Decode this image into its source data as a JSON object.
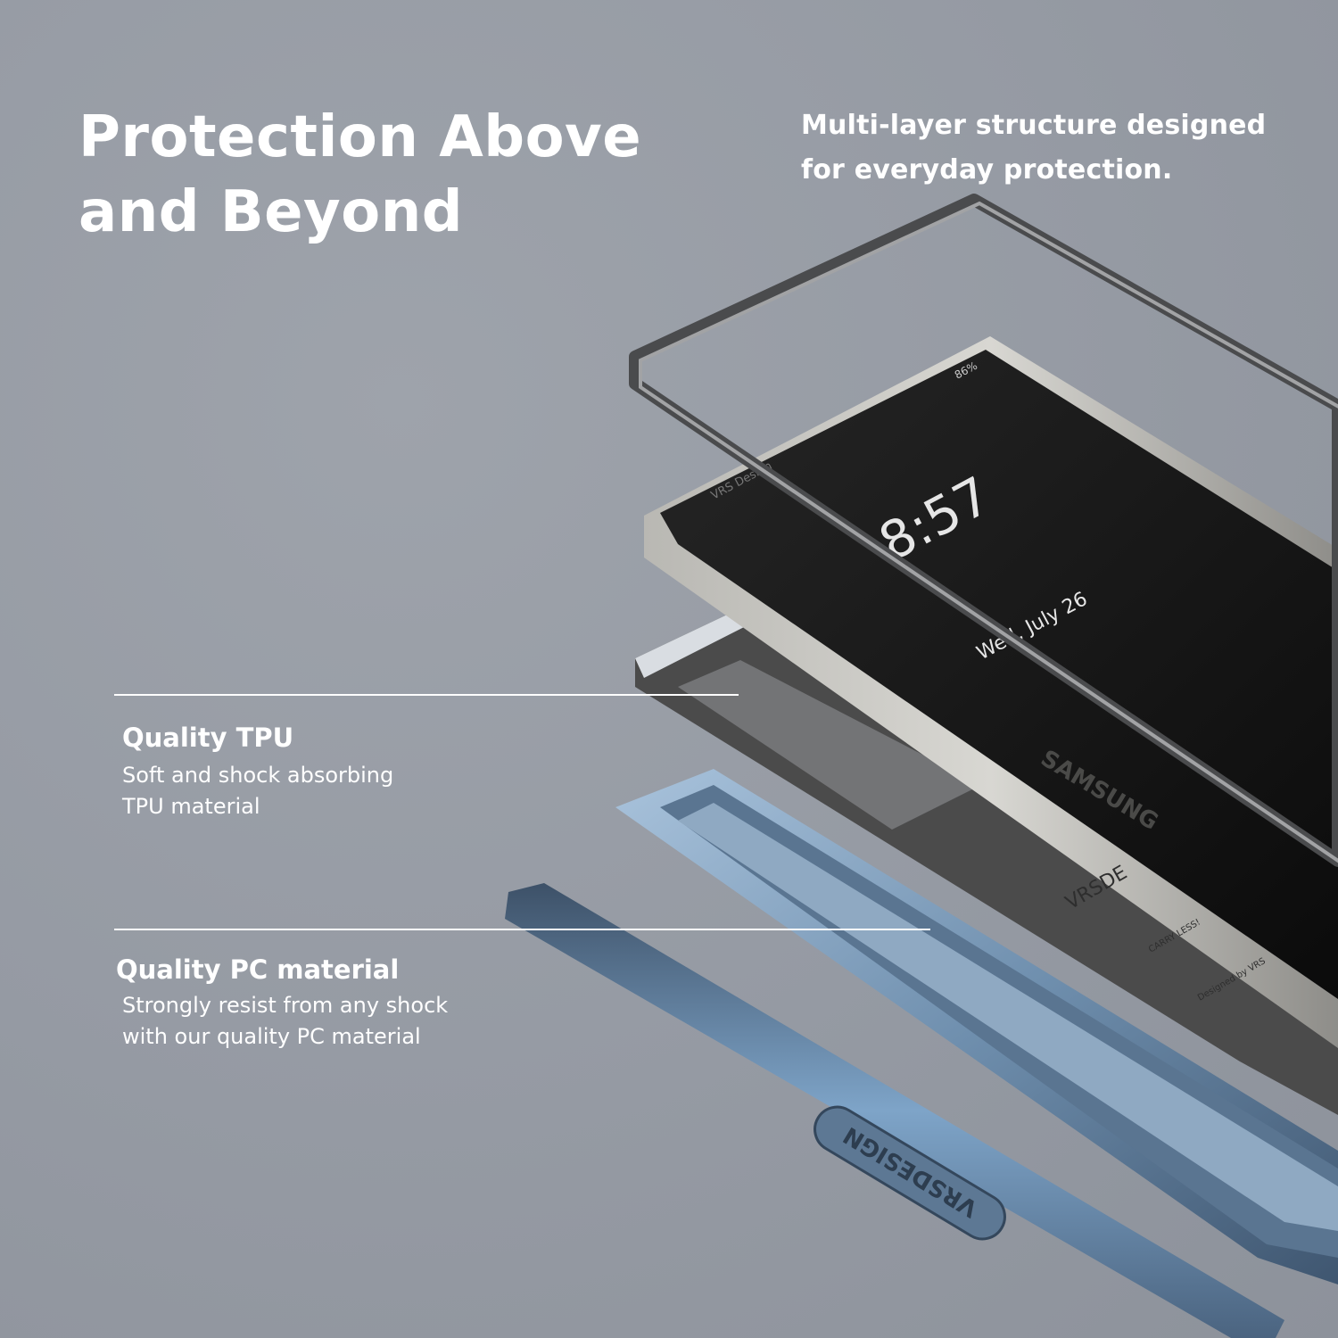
{
  "headline": {
    "line1": "Protection Above",
    "line2": "and Beyond"
  },
  "subheadline": {
    "line1": "Multi-layer structure designed",
    "line2": "for everyday protection."
  },
  "features": [
    {
      "title": "Quality TPU",
      "desc_line1": "Soft and shock absorbing",
      "desc_line2": "TPU material"
    },
    {
      "title": "Quality PC material",
      "desc_line1": "Strongly resist from any shock",
      "desc_line2": "with our quality PC material"
    }
  ],
  "phone_screen": {
    "status": "86%",
    "watermark": "VRS Design",
    "time": "8:57",
    "date": "Wed, July 26"
  },
  "embossed": {
    "phone_brand": "SAMSUNG",
    "case_brand": "VRSDESIGN",
    "case_brand_partial": "VRSDE",
    "tagline": "CARRY LESS!",
    "designed_by": "Designed by VRS"
  },
  "colors": {
    "background": "#959aa3",
    "text": "#ffffff",
    "case_blue": "#7f9cb8"
  }
}
